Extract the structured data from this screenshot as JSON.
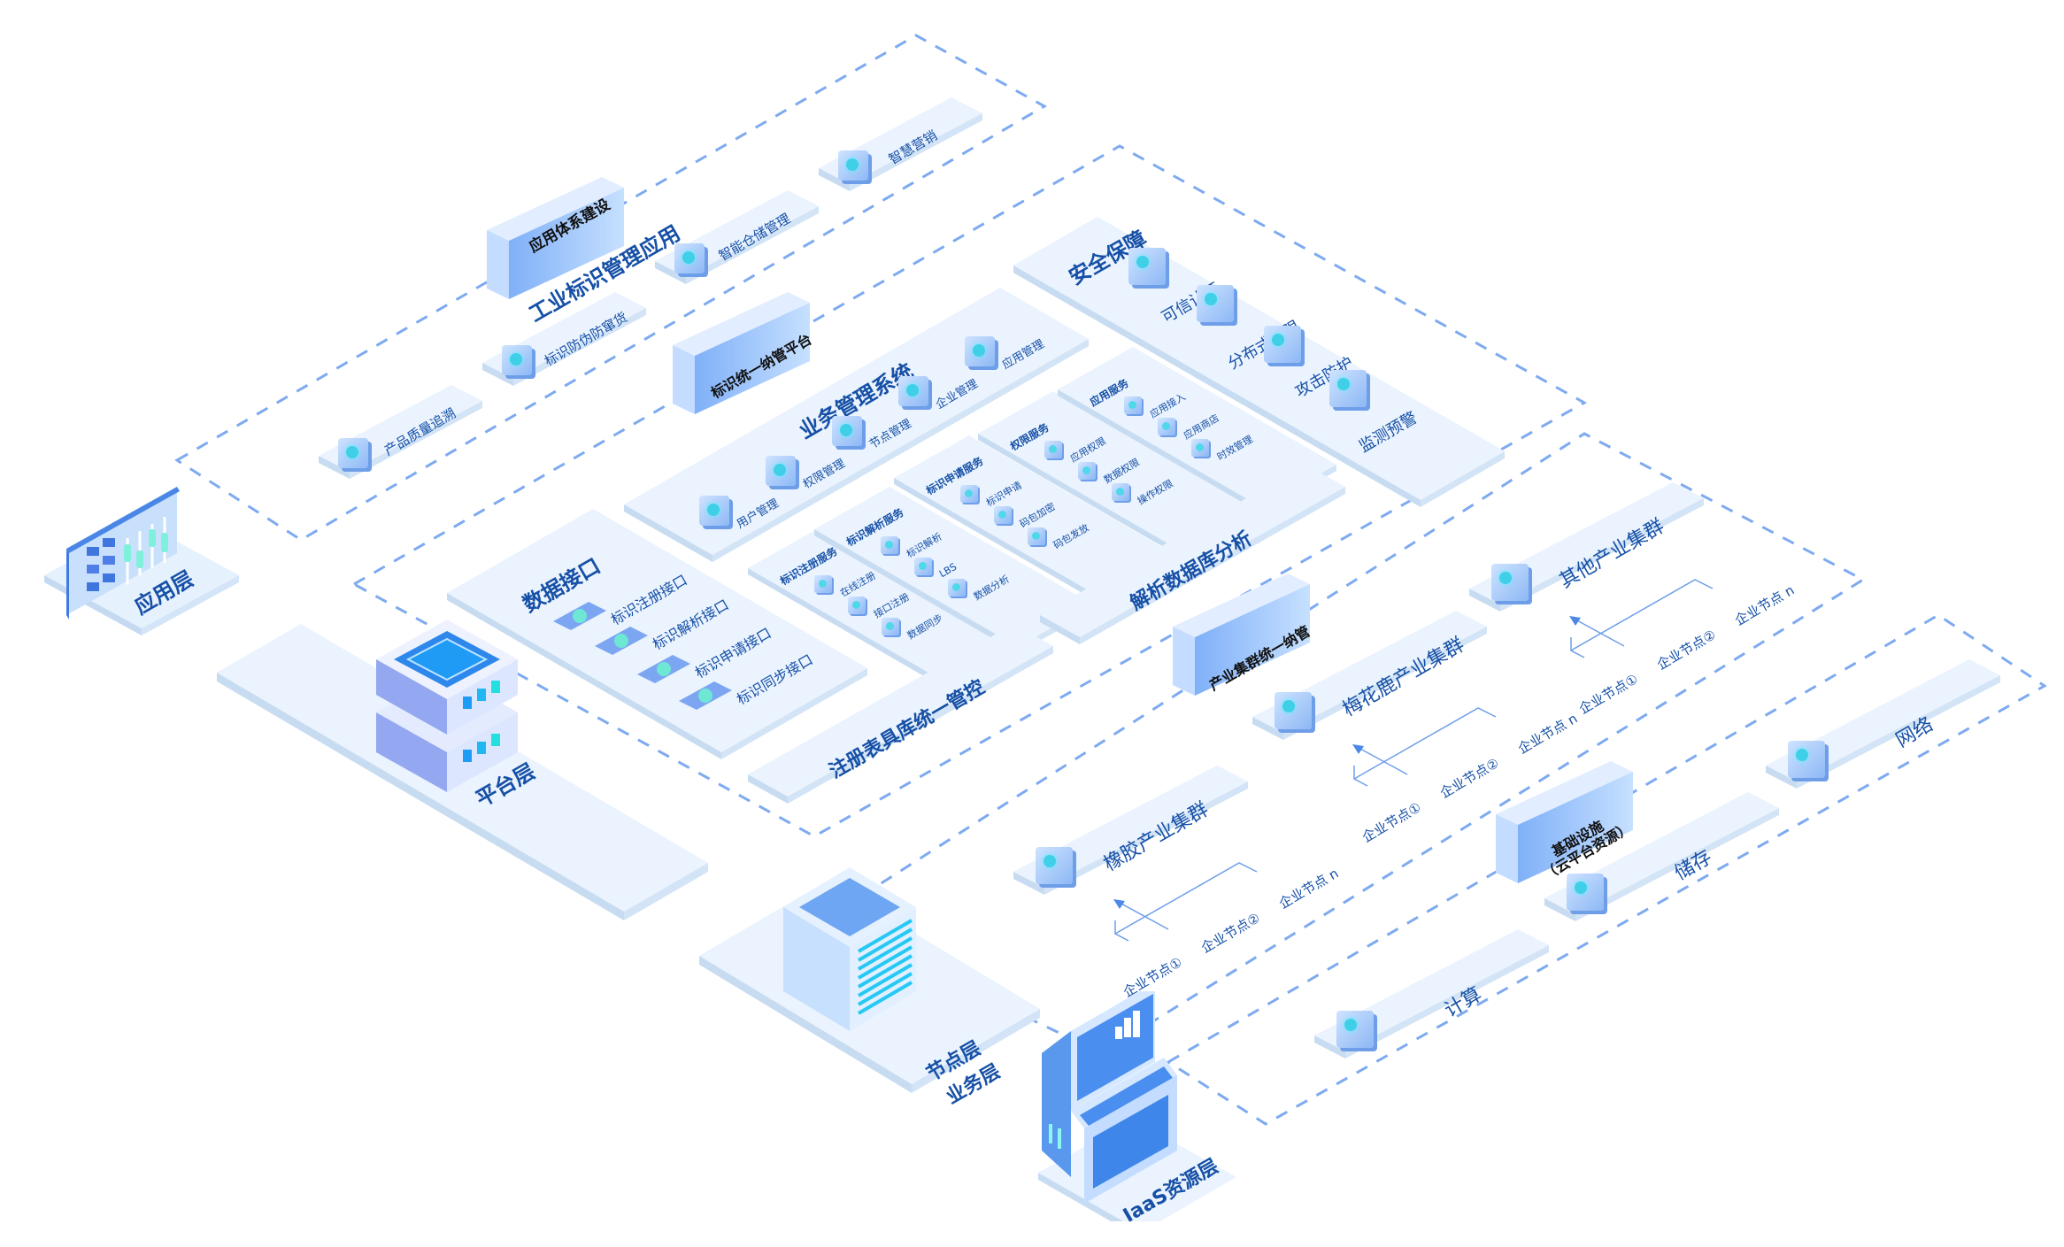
{
  "layers": {
    "application": "应用层",
    "platform": "平台层",
    "node_business": [
      "节点层",
      "业务层"
    ],
    "iaas": "IaaS资源层"
  },
  "application_section": {
    "title_box": "应用体系建设",
    "heading": "工业标识管理应用",
    "apps": [
      "产品质量追溯",
      "标识防伪防窜货",
      "智能仓储管理",
      "智慧营销"
    ]
  },
  "platform_section": {
    "title_box": "标识统一纳管平台",
    "business_mgmt": {
      "title": "业务管理系统",
      "items": [
        "用户管理",
        "权限管理",
        "节点管理",
        "企业管理",
        "应用管理"
      ]
    },
    "security": {
      "title": "安全保障",
      "items": [
        "可信认证",
        "分布式权限",
        "攻击防护",
        "监测预警"
      ]
    },
    "data_interface": {
      "title": "数据接口",
      "items": [
        "标识注册接口",
        "标识解析接口",
        "标识申请接口",
        "标识同步接口"
      ]
    },
    "services": [
      {
        "title": "标识注册服务",
        "items": [
          "在线注册",
          "接口注册",
          "数据同步"
        ]
      },
      {
        "title": "标识解析服务",
        "items": [
          "标识解析",
          "LBS",
          "数据分析"
        ]
      },
      {
        "title": "标识申请服务",
        "items": [
          "标识申请",
          "码包加密",
          "码包发放"
        ]
      },
      {
        "title": "权限服务",
        "items": [
          "应用权限",
          "数据权限",
          "操作权限"
        ]
      },
      {
        "title": "应用服务",
        "items": [
          "应用接入",
          "应用商店",
          "时效管理"
        ]
      }
    ],
    "registry_control": "注册表具库统一管控",
    "resolution_analysis": "解析数据库分析"
  },
  "cluster_section": {
    "title_box": "产业集群统一纳管",
    "clusters": [
      {
        "name": "橡胶产业集群",
        "nodes": [
          "企业节点①",
          "企业节点②",
          "企业节点 n"
        ]
      },
      {
        "name": "梅花鹿产业集群",
        "nodes": [
          "企业节点①",
          "企业节点②",
          "企业节点 n"
        ]
      },
      {
        "name": "其他产业集群",
        "nodes": [
          "企业节点①",
          "企业节点②",
          "企业节点 n"
        ]
      }
    ]
  },
  "infra_section": {
    "title_box": [
      "基础设施",
      "（云平台资源）"
    ],
    "items": [
      "计算",
      "储存",
      "网络"
    ]
  },
  "colors": {
    "accent": "#1650a6",
    "slab": "#eaf3fe",
    "dash": "#7eaaf0",
    "cube": "#8db8f5",
    "glow": "#3fd0e8"
  }
}
